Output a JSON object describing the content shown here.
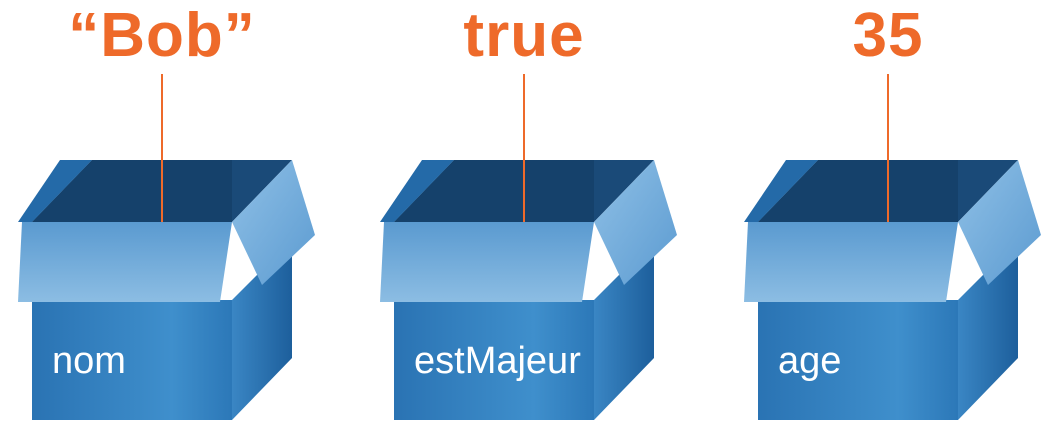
{
  "colors": {
    "value_text": "#ee6a2a",
    "box_front": "#2f7ebf",
    "box_side": "#1f68a8",
    "box_inside": "#1a4f80",
    "flap": "#6ba6d6"
  },
  "variables": [
    {
      "name": "nom",
      "value": "“Bob”"
    },
    {
      "name": "estMajeur",
      "value": "true"
    },
    {
      "name": "age",
      "value": "35"
    }
  ]
}
